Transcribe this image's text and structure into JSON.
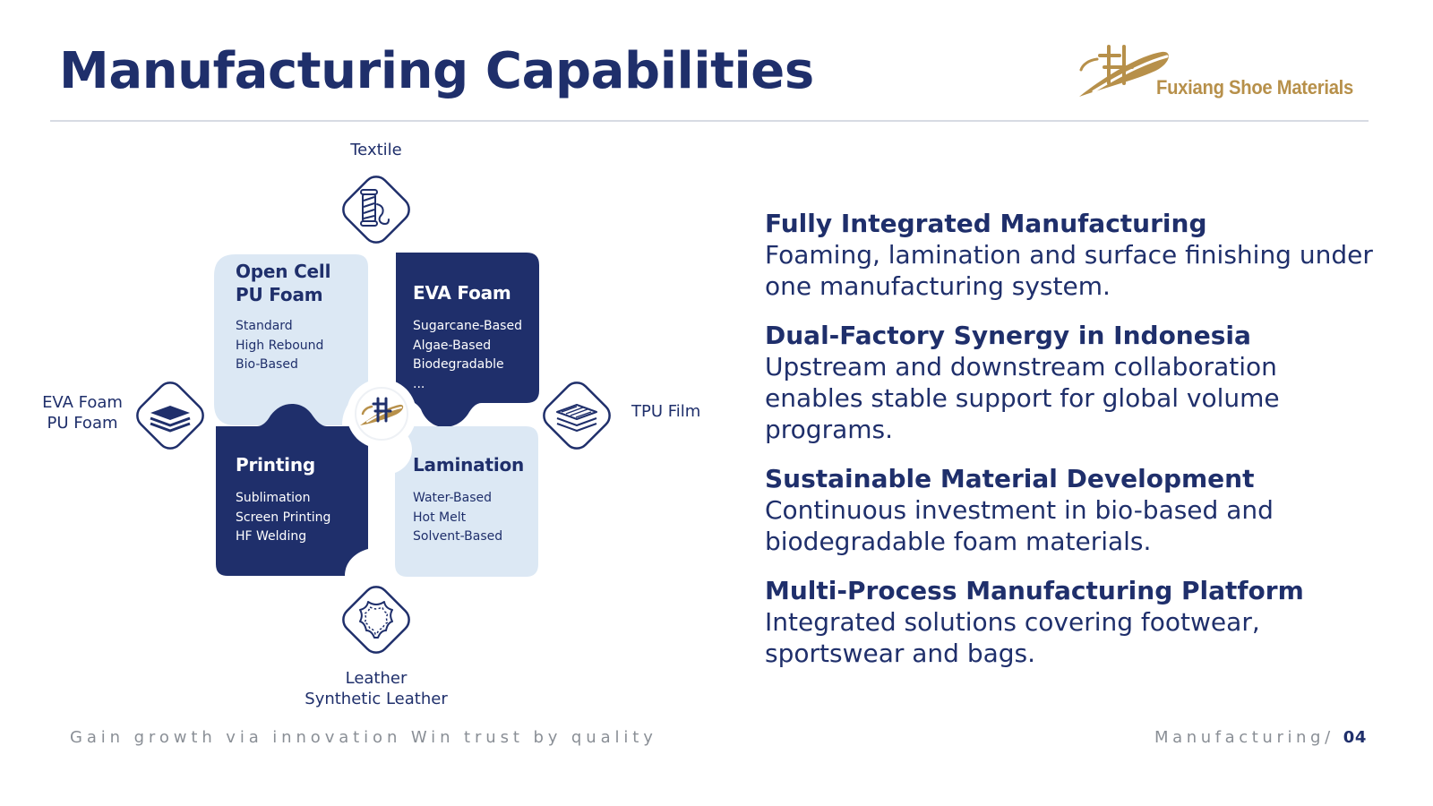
{
  "slide": {
    "title": "Manufacturing Capabilities"
  },
  "brand": {
    "name": "Fuxiang Shoe Materials"
  },
  "diagram": {
    "categories": {
      "top": {
        "line1": "Textile",
        "icon": "spool-icon"
      },
      "left": {
        "line1": "EVA Foam",
        "line2": "PU Foam",
        "icon": "foam-layers-icon"
      },
      "right": {
        "line1": "TPU Film",
        "icon": "film-layers-icon"
      },
      "bottom": {
        "line1": "Leather",
        "line2": "Synthetic Leather",
        "icon": "leather-hide-icon"
      }
    },
    "quadrants": [
      {
        "title_line1": "Open Cell",
        "title_line2": "PU Foam",
        "items": [
          "Standard",
          "High Rebound",
          "Bio-Based"
        ],
        "tone": "light"
      },
      {
        "title": "EVA Foam",
        "items": [
          "Sugarcane-Based",
          "Algae-Based",
          "Biodegradable",
          "..."
        ],
        "tone": "dark"
      },
      {
        "title": "Printing",
        "items": [
          "Sublimation",
          "Screen Printing",
          "HF Welding"
        ],
        "tone": "dark"
      },
      {
        "title": "Lamination",
        "items": [
          "Water-Based",
          "Hot Melt",
          "Solvent-Based"
        ],
        "tone": "light"
      }
    ]
  },
  "features": [
    {
      "title": "Fully Integrated Manufacturing",
      "body": "Foaming, lamination and surface finishing under one manufacturing system."
    },
    {
      "title": "Dual-Factory Synergy in Indonesia",
      "body": "Upstream and downstream collaboration enables stable support for global volume programs."
    },
    {
      "title": "Sustainable Material Development",
      "body": "Continuous investment in bio-based and biodegradable foam materials."
    },
    {
      "title": "Multi-Process Manufacturing Platform",
      "body": "Integrated solutions covering footwear, sportswear and bags."
    }
  ],
  "footer": {
    "tagline": "Gain growth via innovation Win trust by quality",
    "section": "Manufacturing/",
    "page_number": "04"
  },
  "colors": {
    "navy": "#1f2f6b",
    "light_panel": "#dce8f4",
    "gold": "#b7904a",
    "gray_text": "#8a8f96",
    "divider": "#d7dbe3"
  }
}
